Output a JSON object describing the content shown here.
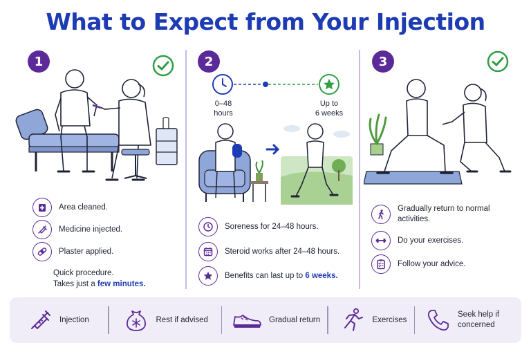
{
  "title": "What to Expect from Your Injection",
  "steps": [
    {
      "number": "1",
      "check_icon": "check-circle-icon",
      "items": [
        {
          "icon": "cross-box-icon",
          "text": "Area cleaned."
        },
        {
          "icon": "syringe-icon",
          "text": "Medicine injected."
        },
        {
          "icon": "plaster-icon",
          "text": "Plaster applied."
        }
      ],
      "note_line1": "Quick procedure.",
      "note_line2_prefix": "Takes just a ",
      "note_line2_highlight": "few minutes."
    },
    {
      "number": "2",
      "timeline": {
        "start_label_line1": "0–48",
        "start_label_line2": "hours",
        "end_label_line1": "Up to",
        "end_label_line2": "6 weeks"
      },
      "items": [
        {
          "icon": "clock-icon",
          "text": "Soreness for 24–48 hours."
        },
        {
          "icon": "calendar-icon",
          "text": "Steroid works after 24–48 hours."
        },
        {
          "icon": "star-icon",
          "text_prefix": "Benefits can last up to ",
          "text_highlight": "6 weeks."
        }
      ]
    },
    {
      "number": "3",
      "check_icon": "check-circle-icon",
      "items": [
        {
          "icon": "walking-icon",
          "text_line1": "Gradually return to normal",
          "text_line2": "activities."
        },
        {
          "icon": "dumbbell-icon",
          "text": "Do your exercises."
        },
        {
          "icon": "clipboard-icon",
          "text": "Follow your advice."
        }
      ]
    }
  ],
  "bottom_bar": [
    {
      "icon": "syringe-icon",
      "label": "Injection"
    },
    {
      "icon": "ice-pack-icon",
      "label": "Rest if advised"
    },
    {
      "icon": "shoe-icon",
      "label": "Gradual return"
    },
    {
      "icon": "running-icon",
      "label": "Exercises"
    },
    {
      "icon": "phone-icon",
      "label_line1": "Seek help if",
      "label_line2": "concerned"
    }
  ],
  "colors": {
    "title": "#1d3bb3",
    "accent_purple": "#5b2a98",
    "check_green": "#2f9e44",
    "highlight_blue": "#1d3bb3",
    "bottom_bar_bg": "#f1edf8"
  }
}
